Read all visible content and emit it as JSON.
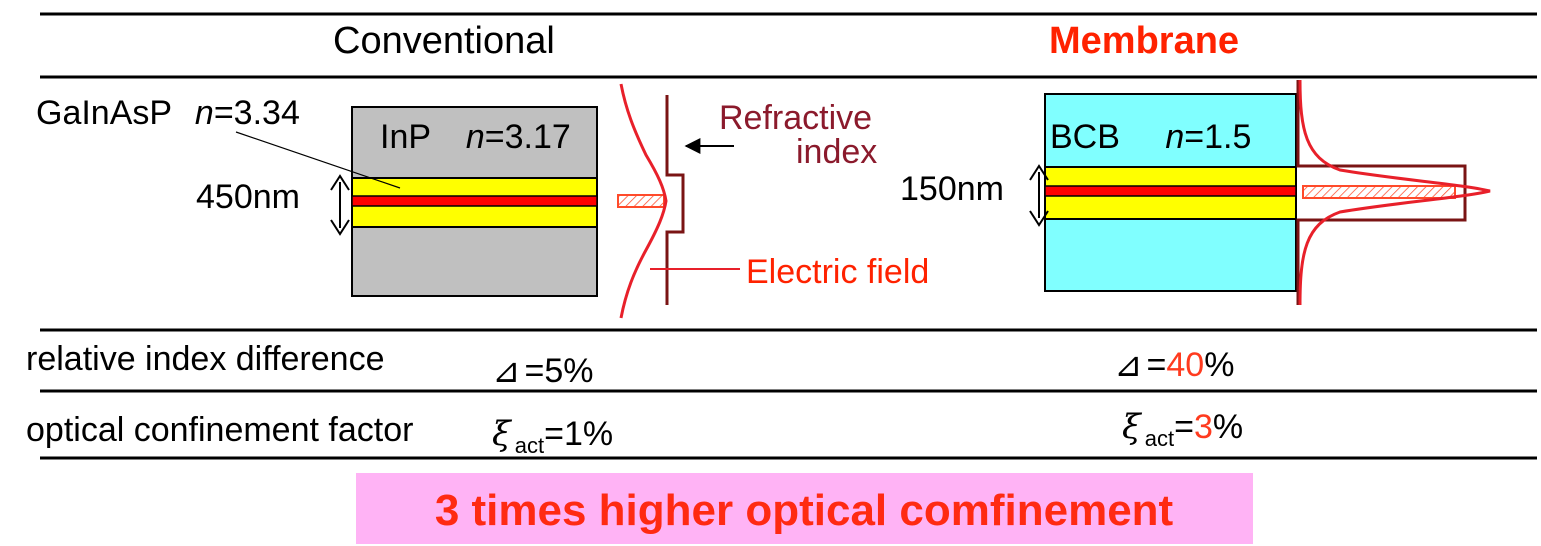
{
  "header": {
    "conventional": "Conventional",
    "membrane": "Membrane"
  },
  "conventional": {
    "core_label_main": "GaInAsP",
    "core_label_n": "n",
    "core_label_value": "=3.34",
    "clad_label_main": "InP",
    "clad_label_n": "n",
    "clad_label_value": "=3.17",
    "thickness": "450nm",
    "refractive_label_line1": "Refractive",
    "refractive_label_line2": "index",
    "field_label": "Electric field"
  },
  "membrane": {
    "clad_label_main": "BCB",
    "clad_label_n": "n",
    "clad_label_value": "=1.5",
    "thickness": "150nm"
  },
  "rows": {
    "index_label": "relative index difference",
    "conv_index_symbol": "⊿",
    "conv_index_value": "=5%",
    "mem_index_symbol": "⊿",
    "mem_index_eq": "=",
    "mem_index_num": "40",
    "mem_index_pct": "%",
    "confinement_label": "optical confinement factor",
    "conv_conf_symbol": "ξ",
    "conv_conf_sub": "act",
    "conv_conf_value": "=1%",
    "mem_conf_symbol": "ξ",
    "mem_conf_sub": "act",
    "mem_conf_eq": "=",
    "mem_conf_num": "3",
    "mem_conf_pct": "%"
  },
  "banner": {
    "text": "3 times higher optical comfinement"
  },
  "colors": {
    "cladding_inp": "#c0c0c0",
    "cladding_bcb": "#80ffff",
    "core": "#ffff00",
    "active": "#ff0000",
    "field_curve": "#e8202a",
    "index_profile": "#7a1414",
    "highlight": "#ff3b1f",
    "banner_bg": "#ffb3f5"
  }
}
